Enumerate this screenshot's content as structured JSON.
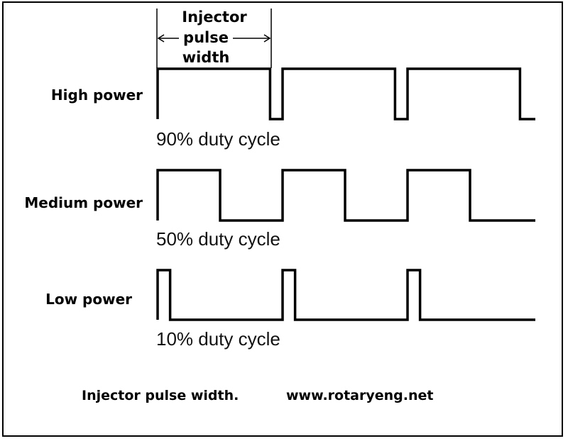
{
  "annotation": {
    "lines": [
      "Injector",
      "pulse",
      "width"
    ]
  },
  "rows": [
    {
      "label": "High power",
      "duty_text": "90% duty cycle",
      "duty_fraction": 0.9
    },
    {
      "label": "Medium power",
      "duty_text": "50% duty cycle",
      "duty_fraction": 0.5
    },
    {
      "label": "Low power",
      "duty_text": "10% duty cycle",
      "duty_fraction": 0.1
    }
  ],
  "caption": {
    "title": "Injector pulse width.",
    "url": "www.rotaryeng.net"
  }
}
